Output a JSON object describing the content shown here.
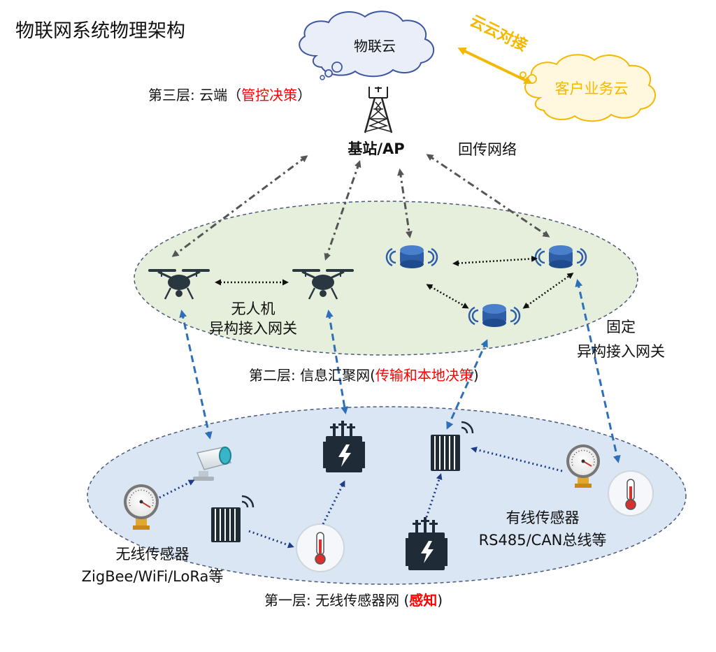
{
  "title": "物联网系统物理架构",
  "clouds": {
    "iot_cloud": "物联云",
    "customer_cloud": "客户业务云",
    "link_label": "云云对接"
  },
  "layer3": {
    "prefix": "第三层: 云端（",
    "highlight": "管控决策",
    "suffix": "）"
  },
  "base_station": "基站/AP",
  "backhaul": "回传网络",
  "layer2": {
    "prefix": "第二层: 信息汇聚网(",
    "highlight": "传输和本地决策",
    "suffix": ")"
  },
  "drone_gateway": {
    "line1": "无人机",
    "line2": "异构接入网关"
  },
  "fixed_gateway": {
    "line1": "固定",
    "line2": "异构接入网关"
  },
  "layer1": {
    "prefix": "第一层: 无线传感器网 (",
    "highlight": "感知",
    "suffix": ")"
  },
  "wireless_sensors": {
    "line1": "无线传感器",
    "line2": "ZigBee/WiFi/LoRa等"
  },
  "wired_sensors": {
    "line1": "有线传感器",
    "line2": "RS485/CAN总线等"
  },
  "colors": {
    "highlight": "#ff0000",
    "cloud_link": "#f5b800",
    "layer2_fill": "#e6efdb",
    "layer1_fill": "#dae6f3",
    "blue_arrow": "#2e6fba",
    "navy_arrow": "#1f3c88",
    "gray_arrow": "#555555",
    "device_dark": "#1f2b36",
    "node_blue": "#2f5ea9"
  }
}
